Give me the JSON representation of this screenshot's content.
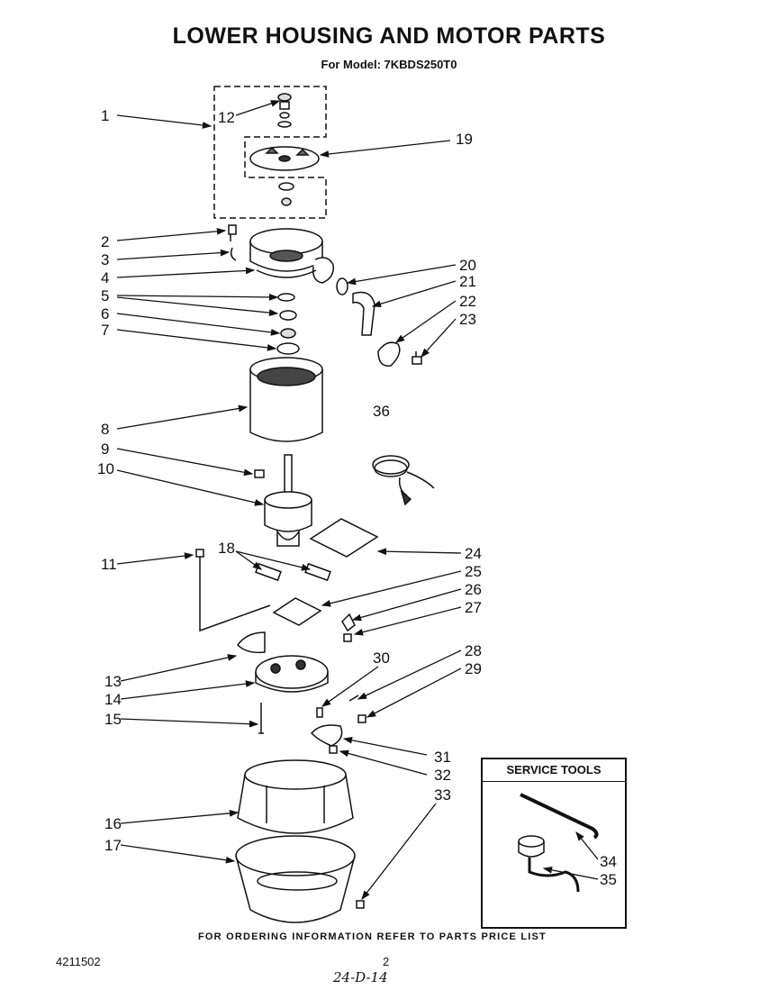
{
  "title": "LOWER HOUSING AND MOTOR PARTS",
  "subtitle": "For Model: 7KBDS250T0",
  "callouts": [
    "1",
    "2",
    "3",
    "4",
    "5",
    "6",
    "7",
    "8",
    "9",
    "10",
    "11",
    "12",
    "13",
    "14",
    "15",
    "16",
    "17",
    "18",
    "19",
    "20",
    "21",
    "22",
    "23",
    "24",
    "25",
    "26",
    "27",
    "28",
    "29",
    "30",
    "31",
    "32",
    "33",
    "34",
    "35",
    "36"
  ],
  "service_tools": {
    "title": "SERVICE TOOLS"
  },
  "footer": {
    "note": "FOR ORDERING INFORMATION REFER TO PARTS PRICE LIST",
    "doc_number": "4211502",
    "page_number": "2",
    "handwritten": "24-D-14"
  }
}
